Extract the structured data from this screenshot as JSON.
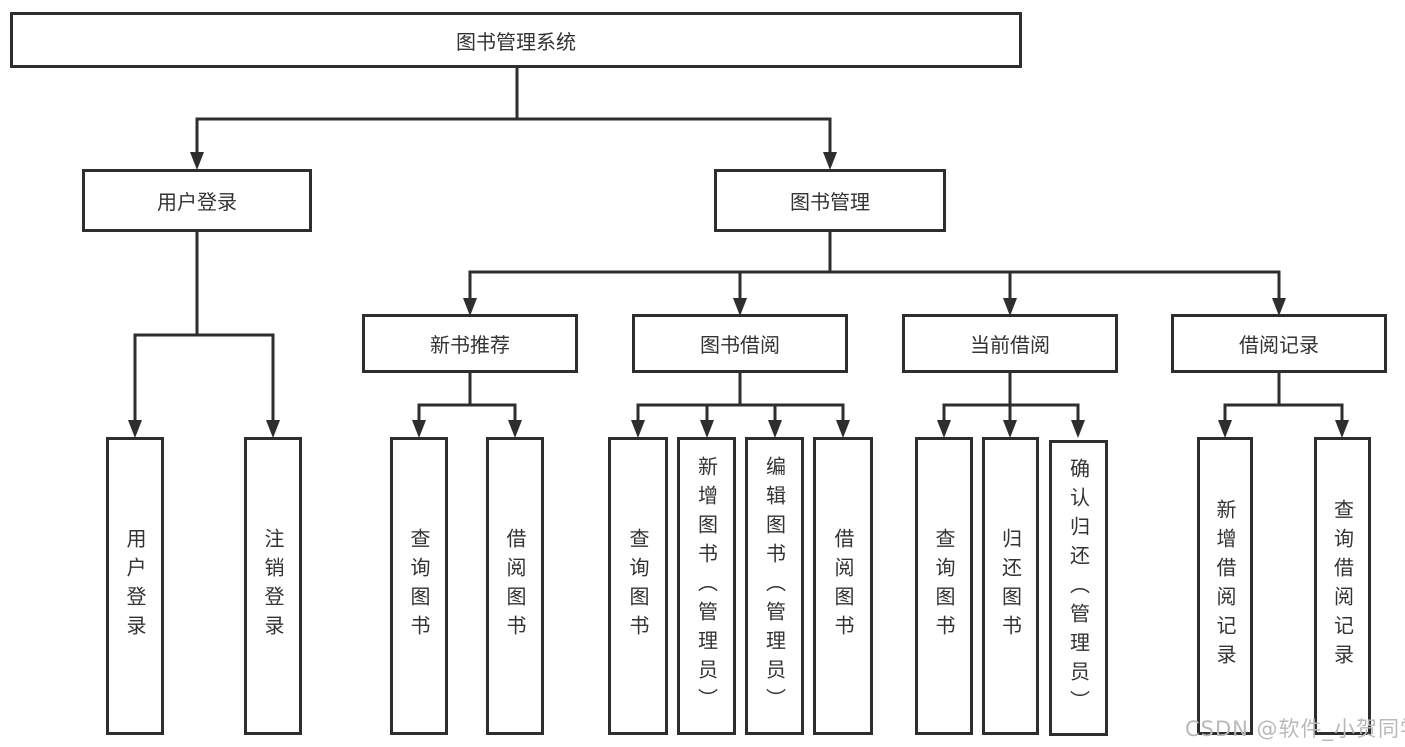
{
  "tree": {
    "label": "图书管理系统",
    "children": [
      {
        "label": "用户登录",
        "children": [
          {
            "label": "用户登录"
          },
          {
            "label": "注销登录"
          }
        ]
      },
      {
        "label": "图书管理",
        "children": [
          {
            "label": "新书推荐",
            "children": [
              {
                "label": "查询图书"
              },
              {
                "label": "借阅图书"
              }
            ]
          },
          {
            "label": "图书借阅",
            "children": [
              {
                "label": "查询图书"
              },
              {
                "label": "新增图书（管理员）"
              },
              {
                "label": "编辑图书（管理员）"
              },
              {
                "label": "借阅图书"
              }
            ]
          },
          {
            "label": "当前借阅",
            "children": [
              {
                "label": "查询图书"
              },
              {
                "label": "归还图书"
              },
              {
                "label": "确认归还（管理员）"
              }
            ]
          },
          {
            "label": "借阅记录",
            "children": [
              {
                "label": "新增借阅记录"
              },
              {
                "label": "查询借阅记录"
              }
            ]
          }
        ]
      }
    ]
  },
  "watermark": "CSDN @软件_小贺同学",
  "colors": {
    "line": "#2e2e2e",
    "text": "#333333",
    "watermark": "#b9b9b9",
    "background": "#ffffff"
  }
}
